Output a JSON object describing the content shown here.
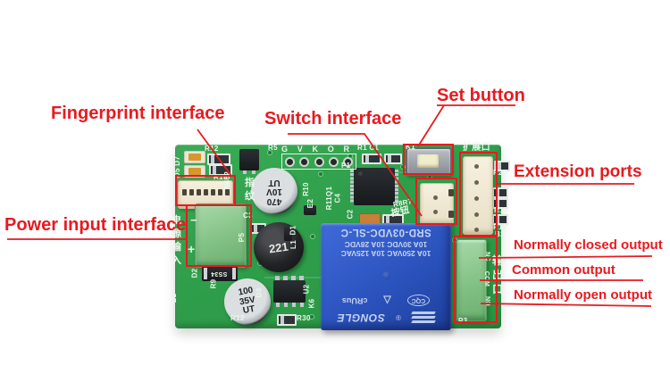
{
  "colors": {
    "annotation_red": "#e81a1f",
    "pcb_green": "#2f9e4b",
    "relay_blue": "#2b53be",
    "terminal_green": "#8cc98e",
    "connector_cream": "#f2ecd8"
  },
  "annotations": {
    "fingerprint": "Fingerprint interface",
    "switch": "Switch interface",
    "set_button": "Set button",
    "extension": "Extension ports",
    "power": "Power input interface",
    "normally_closed": "Normally closed output",
    "common": "Common output",
    "normally_open": "Normally open output"
  },
  "silkscreen": {
    "d5d7": "D5 D7",
    "r12": "R12",
    "r15": "R15",
    "b402": "B402",
    "zh_fingerprint": "指纹",
    "r5": "R5",
    "pins": [
      "G",
      "V",
      "K",
      "O",
      "R"
    ],
    "p1": "P1",
    "r1c1": "R1 C1",
    "k1": "K1",
    "zh_button": "按钮",
    "r8r7": "R8R7",
    "zh_extension": "扩展口",
    "r20": "R20",
    "r19": "R19",
    "r18": "R18",
    "b2": "B2",
    "zh_output": "输出口",
    "nc": "NC",
    "com": "COM",
    "no": "NO",
    "p3": "P3",
    "zh_power": "电源输入",
    "p5": "P5",
    "c3": "C3",
    "minus": "−",
    "plus": "+",
    "d2": "D2",
    "ss34": "SS34",
    "r9": "R9",
    "e1": "E1",
    "d3": "D3",
    "r12b": "R12",
    "r30": "R30",
    "k6": "K6",
    "u2": "U2",
    "l1": "L1",
    "d1": "D1",
    "r10": "R10",
    "r11q1": "R11Q1",
    "c4": "C4",
    "c2": "C2",
    "e2": "E2"
  },
  "components": {
    "cap470": [
      "470",
      "10V",
      "UT"
    ],
    "cap100": [
      "100",
      "35V",
      "UT"
    ],
    "inductor": "221",
    "relay": {
      "model": "SRD-03VDC-SL-C",
      "rating_ac": "10A 250VAC  10A 125VAC",
      "rating_dc": "10A 30VDC  10A 28VDC",
      "brand": "SONGLE",
      "reg": "®",
      "cqc": "CQC",
      "ul": "cRUus",
      "tri": "△"
    }
  }
}
